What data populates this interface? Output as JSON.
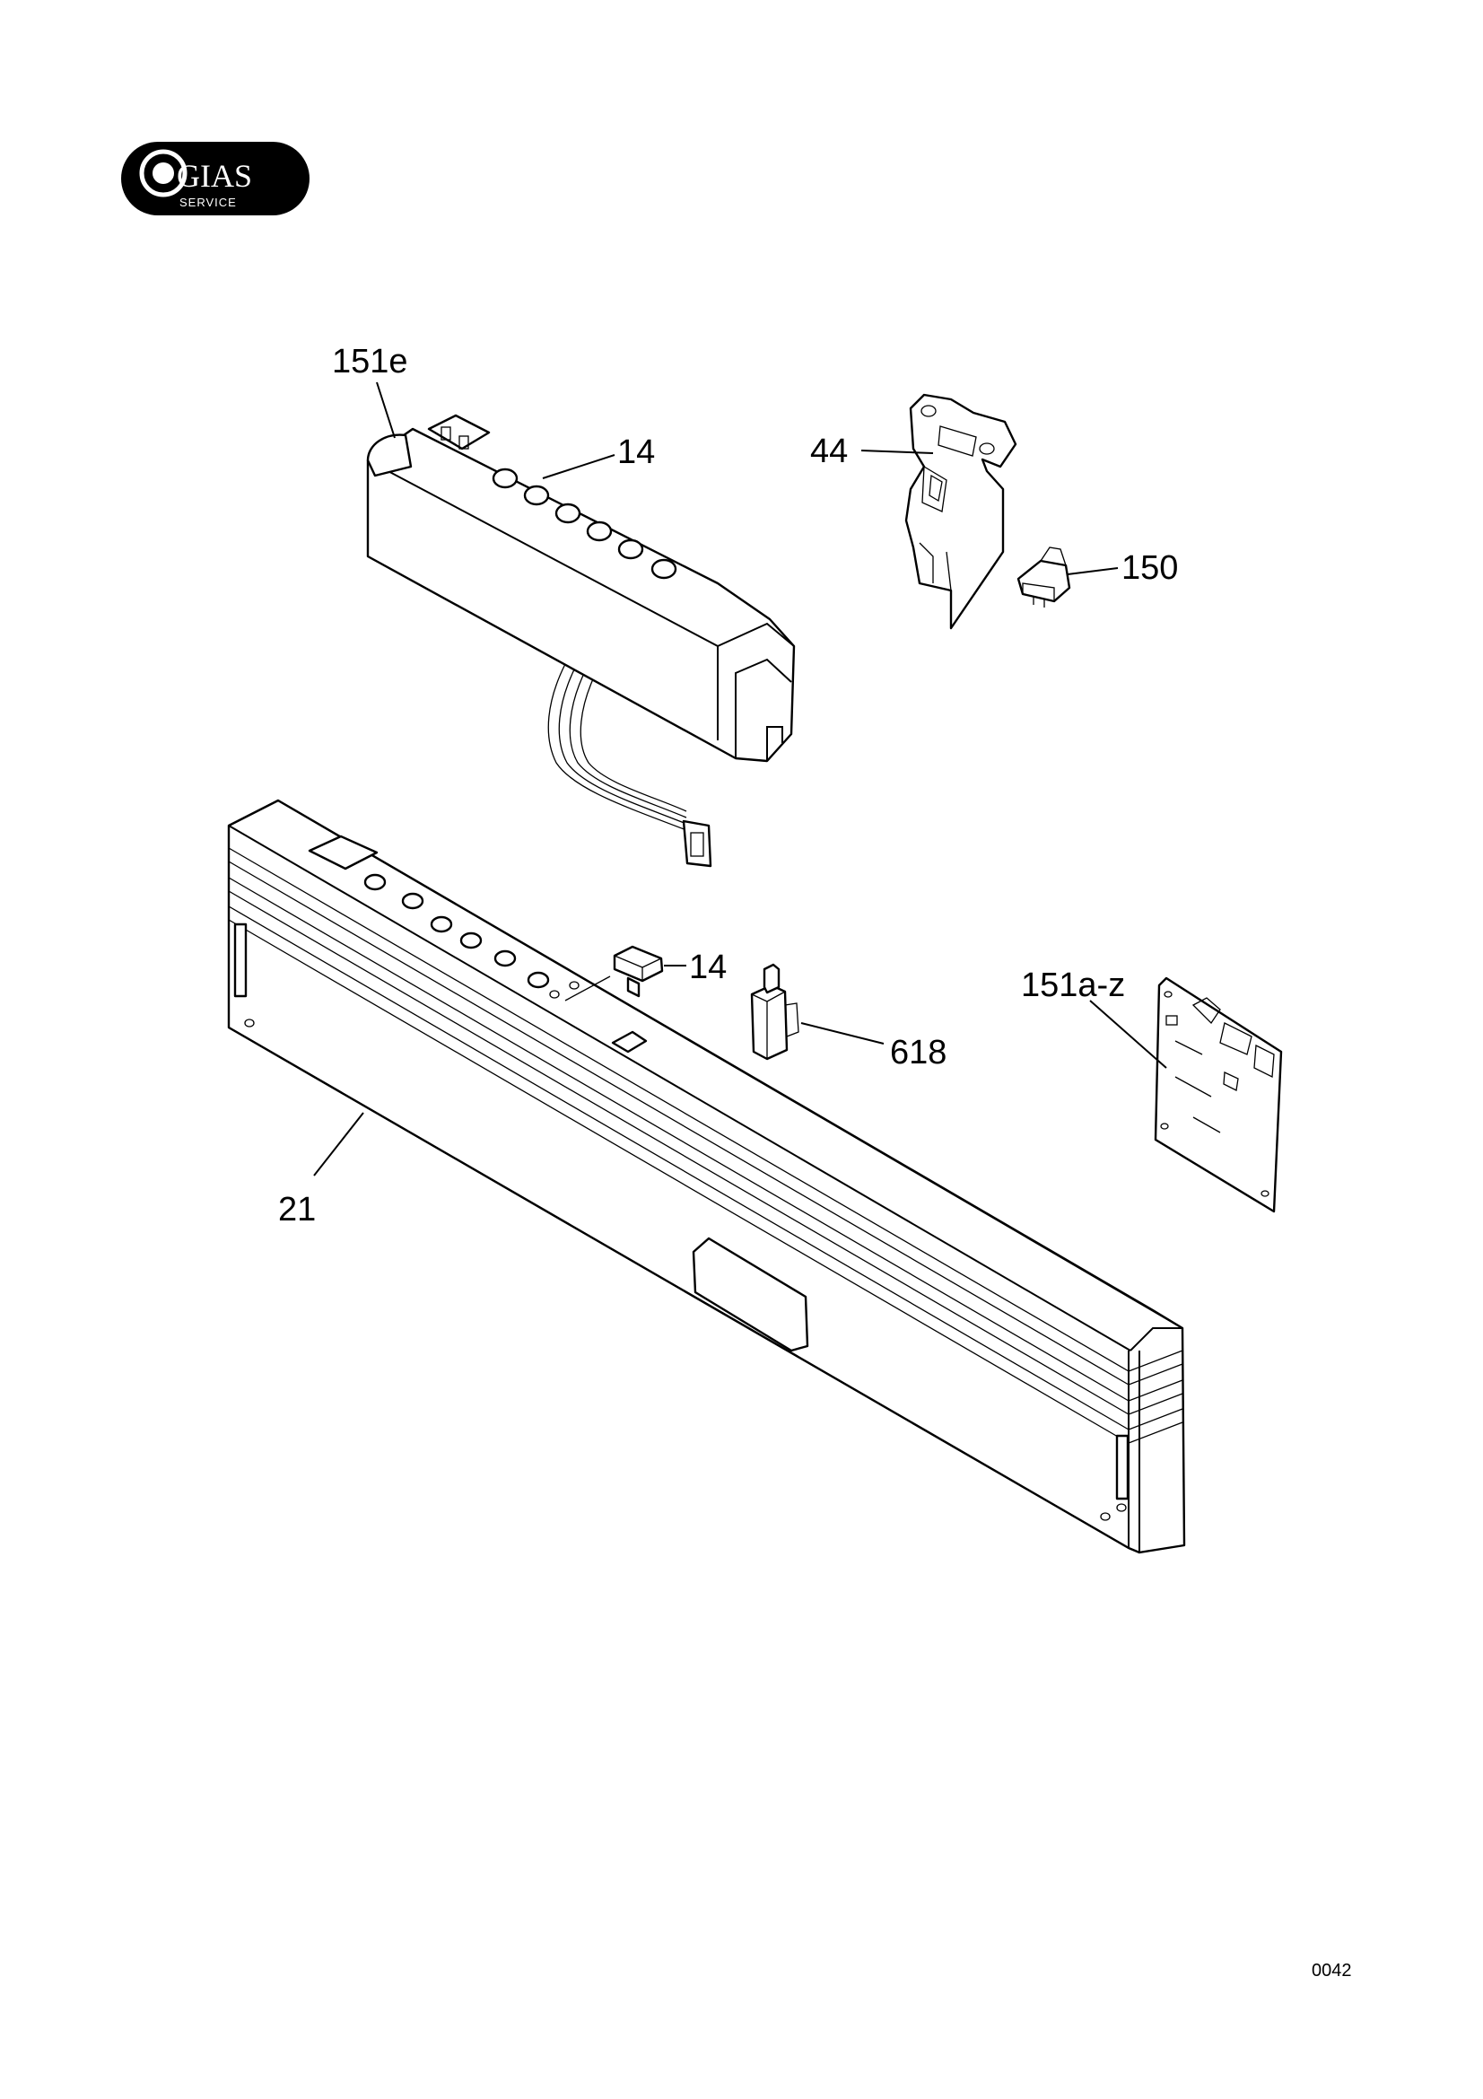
{
  "logo": {
    "text": "GIAS",
    "subtext": "SERVICE"
  },
  "callouts": {
    "board_assembly": "151e",
    "buttons_top": "14",
    "bracket": "44",
    "microswitch": "150",
    "button_single": "14",
    "power_switch": "618",
    "control_board": "151a-z",
    "control_panel": "21"
  },
  "page_number": "0042"
}
